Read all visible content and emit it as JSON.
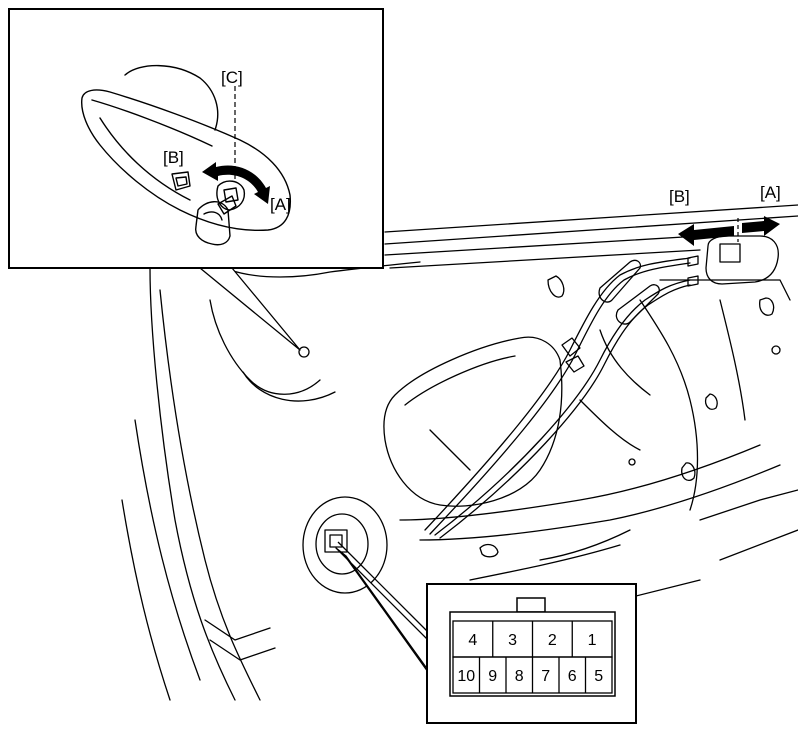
{
  "inset_labels": {
    "c": "[C]",
    "b": "[B]",
    "a": "[A]"
  },
  "handle_labels": {
    "b": "[B]",
    "a": "[A]"
  },
  "connector": {
    "top_row": [
      "4",
      "3",
      "2",
      "1"
    ],
    "bottom_row": [
      "10",
      "9",
      "8",
      "7",
      "6",
      "5"
    ]
  },
  "colors": {
    "line": "#000000",
    "background": "#ffffff"
  }
}
